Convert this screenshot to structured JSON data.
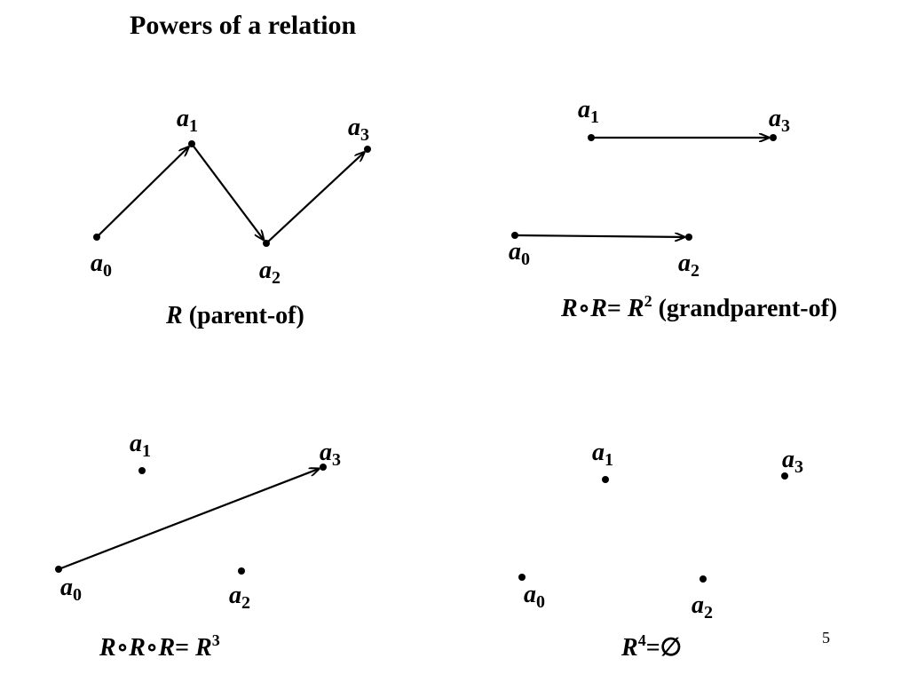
{
  "title": "Powers of a relation",
  "page_number": "5",
  "node_var": "a",
  "panels": [
    {
      "id": "r1",
      "caption_parts": [
        {
          "text": "R",
          "style": "italic"
        },
        {
          "text": " (parent-of)",
          "style": "normal"
        }
      ],
      "nodes": [
        {
          "id": "0",
          "label_sub": "0"
        },
        {
          "id": "1",
          "label_sub": "1"
        },
        {
          "id": "2",
          "label_sub": "2"
        },
        {
          "id": "3",
          "label_sub": "3"
        }
      ],
      "edges": [
        [
          "0",
          "1"
        ],
        [
          "1",
          "2"
        ],
        [
          "2",
          "3"
        ]
      ]
    },
    {
      "id": "r2",
      "caption_parts": [
        {
          "text": "R",
          "style": "italic"
        },
        {
          "text": "∘",
          "style": "normal"
        },
        {
          "text": "R",
          "style": "italic"
        },
        {
          "text": "= ",
          "style": "normal"
        },
        {
          "text": "R",
          "style": "italic"
        },
        {
          "text": "2",
          "style": "sup"
        },
        {
          "text": " (grandparent-of)",
          "style": "normal"
        }
      ],
      "nodes": [
        {
          "id": "0",
          "label_sub": "0"
        },
        {
          "id": "1",
          "label_sub": "1"
        },
        {
          "id": "2",
          "label_sub": "2"
        },
        {
          "id": "3",
          "label_sub": "3"
        }
      ],
      "edges": [
        [
          "1",
          "3"
        ],
        [
          "0",
          "2"
        ]
      ]
    },
    {
      "id": "r3",
      "caption_parts": [
        {
          "text": "R",
          "style": "italic"
        },
        {
          "text": "∘",
          "style": "normal"
        },
        {
          "text": "R",
          "style": "italic"
        },
        {
          "text": "∘",
          "style": "normal"
        },
        {
          "text": "R",
          "style": "italic"
        },
        {
          "text": "= ",
          "style": "normal"
        },
        {
          "text": "R",
          "style": "italic"
        },
        {
          "text": "3",
          "style": "sup"
        }
      ],
      "nodes": [
        {
          "id": "0",
          "label_sub": "0"
        },
        {
          "id": "1",
          "label_sub": "1"
        },
        {
          "id": "2",
          "label_sub": "2"
        },
        {
          "id": "3",
          "label_sub": "3"
        }
      ],
      "edges": [
        [
          "0",
          "3"
        ]
      ]
    },
    {
      "id": "r4",
      "caption_parts": [
        {
          "text": "R",
          "style": "italic"
        },
        {
          "text": "4",
          "style": "sup"
        },
        {
          "text": "=∅",
          "style": "normal"
        }
      ],
      "nodes": [
        {
          "id": "0",
          "label_sub": "0"
        },
        {
          "id": "1",
          "label_sub": "1"
        },
        {
          "id": "2",
          "label_sub": "2"
        },
        {
          "id": "3",
          "label_sub": "3"
        }
      ],
      "edges": []
    }
  ]
}
